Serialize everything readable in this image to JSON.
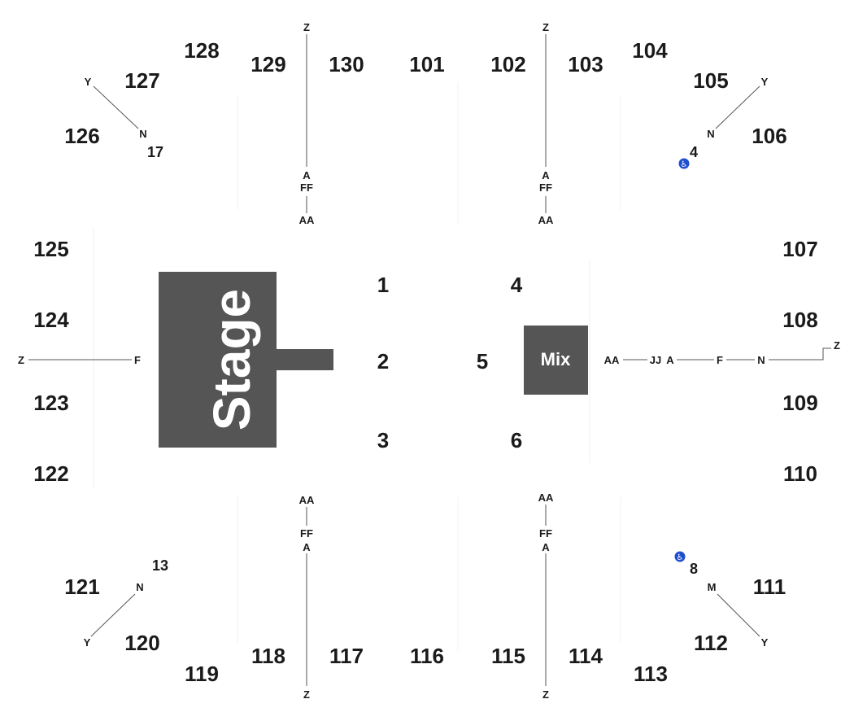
{
  "stage_label": "Stage",
  "mix_label": "Mix",
  "floor_sections": [
    "1",
    "2",
    "3",
    "4",
    "5",
    "6"
  ],
  "sections": {
    "s101": "101",
    "s102": "102",
    "s103": "103",
    "s104": "104",
    "s105": "105",
    "s106": "106",
    "s107": "107",
    "s108": "108",
    "s109": "109",
    "s110": "110",
    "s111": "111",
    "s112": "112",
    "s113": "113",
    "s114": "114",
    "s115": "115",
    "s116": "116",
    "s117": "117",
    "s118": "118",
    "s119": "119",
    "s120": "120",
    "s121": "121",
    "s122": "122",
    "s123": "123",
    "s124": "124",
    "s125": "125",
    "s126": "126",
    "s127": "127",
    "s128": "128",
    "s129": "129",
    "s130": "130"
  },
  "rows": {
    "z": "Z",
    "y": "Y",
    "n": "N",
    "m": "M",
    "a": "A",
    "f": "F",
    "ff": "FF",
    "aa": "AA",
    "jj": "JJ",
    "n17": "17",
    "n4": "4",
    "n8": "8",
    "n13": "13"
  },
  "icons": {
    "accessible": "wheelchair-icon"
  },
  "colors": {
    "block": "#555555",
    "accessible": "#1f4fd1",
    "text": "#1a1a1a"
  }
}
